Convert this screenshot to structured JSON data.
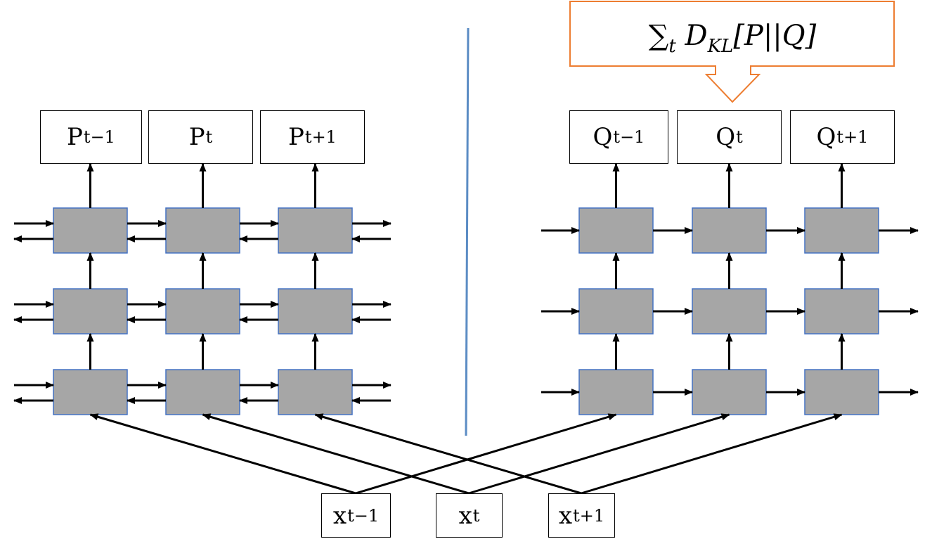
{
  "loss": {
    "sigma": "∑",
    "t": "t",
    "d": "D",
    "kl": "KL",
    "expr": "[P||Q]",
    "border_color": "#ed7d31"
  },
  "teacher_outputs": [
    {
      "base": "P",
      "sub": "t−1"
    },
    {
      "base": "P",
      "sub": "t"
    },
    {
      "base": "P",
      "sub": "t+1"
    }
  ],
  "student_outputs": [
    {
      "base": "Q",
      "sub": "t−1"
    },
    {
      "base": "Q",
      "sub": "t"
    },
    {
      "base": "Q",
      "sub": "t+1"
    }
  ],
  "inputs": [
    {
      "base": "x",
      "sub": "t−1"
    },
    {
      "base": "x",
      "sub": "t"
    },
    {
      "base": "x",
      "sub": "t+1"
    }
  ],
  "colors": {
    "cell_fill": "#a6a6a6",
    "cell_border": "#4472c4",
    "divider": "#5b8cc4",
    "arrow": "#000000"
  }
}
